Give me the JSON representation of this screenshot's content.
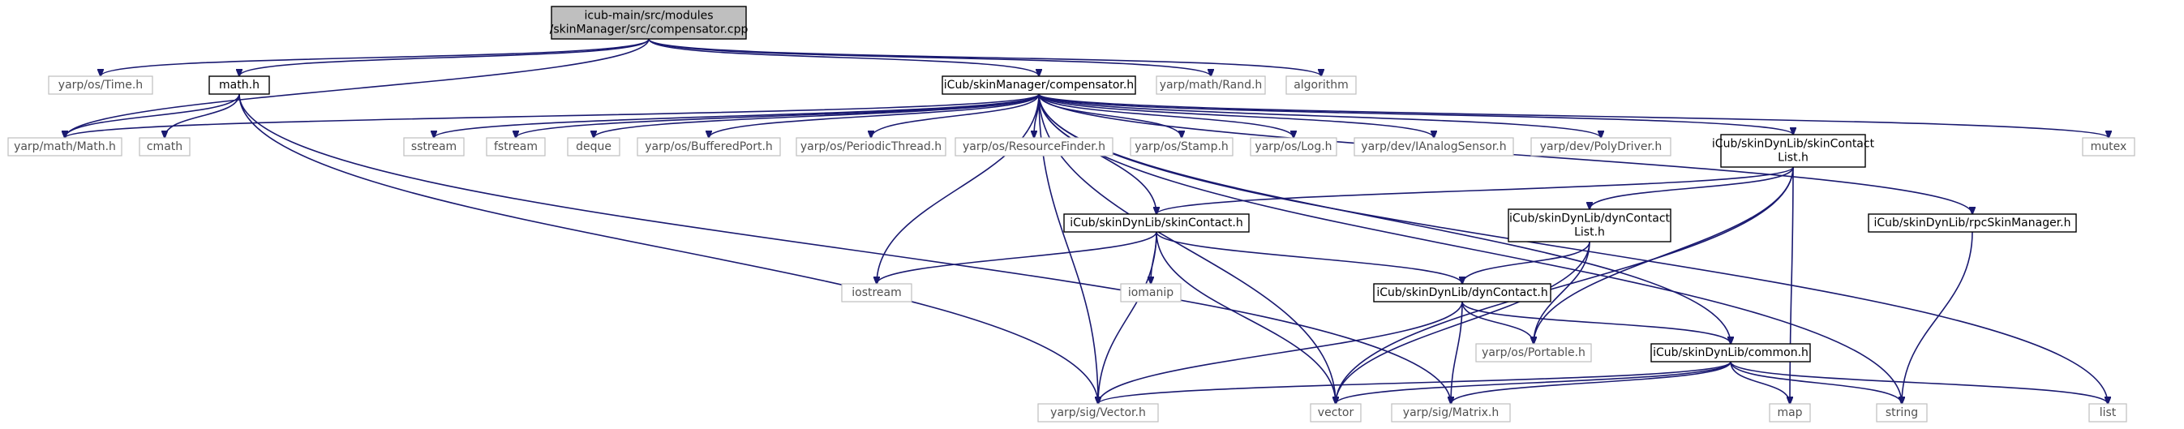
{
  "diagram": {
    "type": "include-dependency-graph",
    "nodes": [
      {
        "id": "root",
        "lines": [
          "icub-main/src/modules",
          "/skinManager/src/compensator.cpp"
        ],
        "style": "root"
      },
      {
        "id": "time",
        "lines": [
          "yarp/os/Time.h"
        ],
        "style": "light"
      },
      {
        "id": "mathh",
        "lines": [
          "math.h"
        ],
        "style": "dark"
      },
      {
        "id": "comp",
        "lines": [
          "iCub/skinManager/compensator.h"
        ],
        "style": "dark"
      },
      {
        "id": "rand",
        "lines": [
          "yarp/math/Rand.h"
        ],
        "style": "light"
      },
      {
        "id": "algorithm",
        "lines": [
          "algorithm"
        ],
        "style": "light"
      },
      {
        "id": "ymath",
        "lines": [
          "yarp/math/Math.h"
        ],
        "style": "light"
      },
      {
        "id": "cmath",
        "lines": [
          "cmath"
        ],
        "style": "light"
      },
      {
        "id": "sstream",
        "lines": [
          "sstream"
        ],
        "style": "light"
      },
      {
        "id": "fstream",
        "lines": [
          "fstream"
        ],
        "style": "light"
      },
      {
        "id": "deque",
        "lines": [
          "deque"
        ],
        "style": "light"
      },
      {
        "id": "bport",
        "lines": [
          "yarp/os/BufferedPort.h"
        ],
        "style": "light"
      },
      {
        "id": "pthread",
        "lines": [
          "yarp/os/PeriodicThread.h"
        ],
        "style": "light"
      },
      {
        "id": "rfinder",
        "lines": [
          "yarp/os/ResourceFinder.h"
        ],
        "style": "light"
      },
      {
        "id": "stamp",
        "lines": [
          "yarp/os/Stamp.h"
        ],
        "style": "light"
      },
      {
        "id": "log",
        "lines": [
          "yarp/os/Log.h"
        ],
        "style": "light"
      },
      {
        "id": "ianalog",
        "lines": [
          "yarp/dev/IAnalogSensor.h"
        ],
        "style": "light"
      },
      {
        "id": "polydriver",
        "lines": [
          "yarp/dev/PolyDriver.h"
        ],
        "style": "light"
      },
      {
        "id": "sclist",
        "lines": [
          "iCub/skinDynLib/skinContact",
          "List.h"
        ],
        "style": "dark"
      },
      {
        "id": "mutex",
        "lines": [
          "mutex"
        ],
        "style": "light"
      },
      {
        "id": "skincontact",
        "lines": [
          "iCub/skinDynLib/skinContact.h"
        ],
        "style": "dark"
      },
      {
        "id": "dclist",
        "lines": [
          "iCub/skinDynLib/dynContact",
          "List.h"
        ],
        "style": "dark"
      },
      {
        "id": "rpc",
        "lines": [
          "iCub/skinDynLib/rpcSkinManager.h"
        ],
        "style": "dark"
      },
      {
        "id": "iostream",
        "lines": [
          "iostream"
        ],
        "style": "light"
      },
      {
        "id": "iomanip",
        "lines": [
          "iomanip"
        ],
        "style": "light"
      },
      {
        "id": "dyncontact",
        "lines": [
          "iCub/skinDynLib/dynContact.h"
        ],
        "style": "dark"
      },
      {
        "id": "portable",
        "lines": [
          "yarp/os/Portable.h"
        ],
        "style": "light"
      },
      {
        "id": "common",
        "lines": [
          "iCub/skinDynLib/common.h"
        ],
        "style": "dark"
      },
      {
        "id": "vector_h",
        "lines": [
          "yarp/sig/Vector.h"
        ],
        "style": "light"
      },
      {
        "id": "vector",
        "lines": [
          "vector"
        ],
        "style": "light"
      },
      {
        "id": "matrix",
        "lines": [
          "yarp/sig/Matrix.h"
        ],
        "style": "light"
      },
      {
        "id": "map",
        "lines": [
          "map"
        ],
        "style": "light"
      },
      {
        "id": "string",
        "lines": [
          "string"
        ],
        "style": "light"
      },
      {
        "id": "list",
        "lines": [
          "list"
        ],
        "style": "light"
      }
    ],
    "edges": [
      [
        "root",
        "time"
      ],
      [
        "root",
        "mathh"
      ],
      [
        "root",
        "comp"
      ],
      [
        "root",
        "rand"
      ],
      [
        "root",
        "algorithm"
      ],
      [
        "root",
        "ymath"
      ],
      [
        "mathh",
        "ymath"
      ],
      [
        "mathh",
        "cmath"
      ],
      [
        "mathh",
        "vector_h"
      ],
      [
        "mathh",
        "matrix"
      ],
      [
        "comp",
        "ymath"
      ],
      [
        "comp",
        "sstream"
      ],
      [
        "comp",
        "fstream"
      ],
      [
        "comp",
        "deque"
      ],
      [
        "comp",
        "bport"
      ],
      [
        "comp",
        "pthread"
      ],
      [
        "comp",
        "rfinder"
      ],
      [
        "comp",
        "stamp"
      ],
      [
        "comp",
        "log"
      ],
      [
        "comp",
        "ianalog"
      ],
      [
        "comp",
        "polydriver"
      ],
      [
        "comp",
        "sclist"
      ],
      [
        "comp",
        "mutex"
      ],
      [
        "comp",
        "rpc"
      ],
      [
        "comp",
        "list"
      ],
      [
        "comp",
        "string"
      ],
      [
        "comp",
        "vector"
      ],
      [
        "comp",
        "skincontact"
      ],
      [
        "comp",
        "iostream"
      ],
      [
        "comp",
        "vector_h"
      ],
      [
        "comp",
        "common"
      ],
      [
        "sclist",
        "skincontact"
      ],
      [
        "sclist",
        "dclist"
      ],
      [
        "sclist",
        "vector"
      ],
      [
        "sclist",
        "portable"
      ],
      [
        "sclist",
        "map"
      ],
      [
        "skincontact",
        "iostream"
      ],
      [
        "skincontact",
        "iomanip"
      ],
      [
        "skincontact",
        "dyncontact"
      ],
      [
        "skincontact",
        "vector_h"
      ],
      [
        "skincontact",
        "vector"
      ],
      [
        "dclist",
        "dyncontact"
      ],
      [
        "dclist",
        "portable"
      ],
      [
        "dclist",
        "vector"
      ],
      [
        "rpc",
        "string"
      ],
      [
        "dyncontact",
        "portable"
      ],
      [
        "dyncontact",
        "common"
      ],
      [
        "dyncontact",
        "vector_h"
      ],
      [
        "dyncontact",
        "matrix"
      ],
      [
        "common",
        "vector_h"
      ],
      [
        "common",
        "vector"
      ],
      [
        "common",
        "matrix"
      ],
      [
        "common",
        "map"
      ],
      [
        "common",
        "string"
      ],
      [
        "common",
        "list"
      ]
    ]
  }
}
